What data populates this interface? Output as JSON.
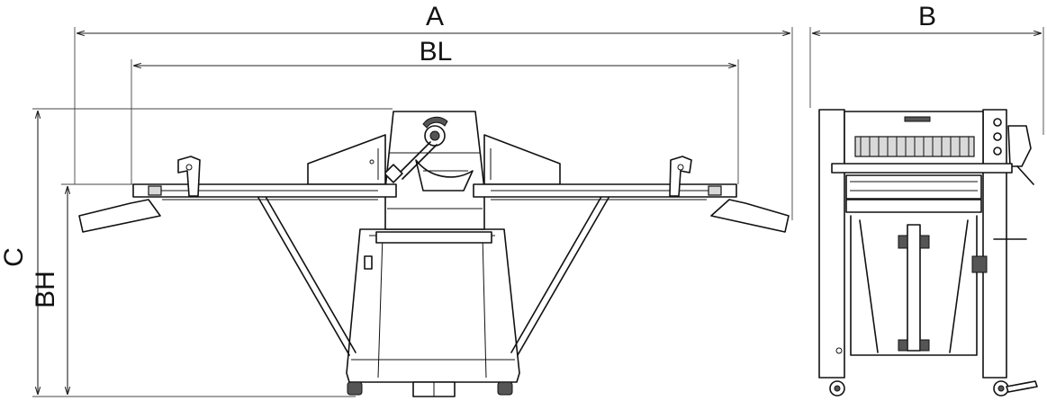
{
  "dimensions": {
    "overall_length": "A",
    "overall_depth": "B",
    "belt_length": "BL",
    "overall_height": "C",
    "belt_height": "BH"
  },
  "colors": {
    "line": "#111111",
    "background": "#ffffff"
  }
}
